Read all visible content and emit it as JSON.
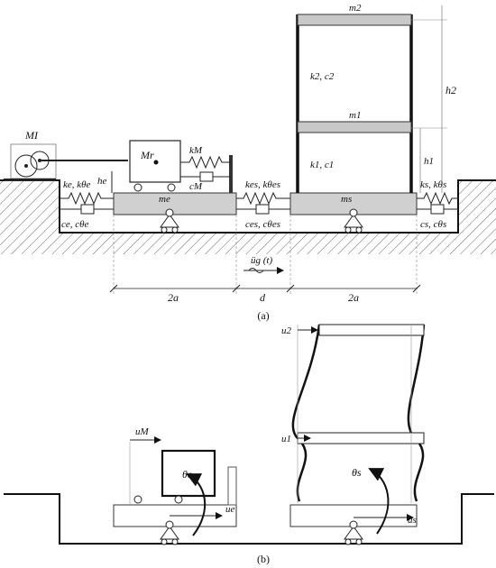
{
  "panel_a": {
    "caption": "(a)",
    "labels": {
      "m2": "m2",
      "m1": "m1",
      "k2c2": "k2, c2",
      "k1c1": "k1, c1",
      "h2": "h2",
      "h1": "h1",
      "MI": "MI",
      "Mr": "Mr",
      "kM": "kM",
      "cM": "cM",
      "he": "he",
      "ke_kthe": "ke, kθe",
      "ce_cthe": "ce, cθe",
      "me": "me",
      "kes_kthes": "kes, kθes",
      "ces_cthes": "ces, cθes",
      "ms": "ms",
      "ks_kths": "ks, kθs",
      "cs_cths": "cs, cθs",
      "ground": "üg (t)",
      "dim_left": "2a",
      "dim_mid": "d",
      "dim_right": "2a"
    }
  },
  "panel_b": {
    "caption": "(b)",
    "labels": {
      "u2": "u2",
      "u1": "u1",
      "uM": "uM",
      "theta_e": "θe",
      "theta_s": "θs",
      "ue": "ue",
      "us": "us"
    }
  }
}
